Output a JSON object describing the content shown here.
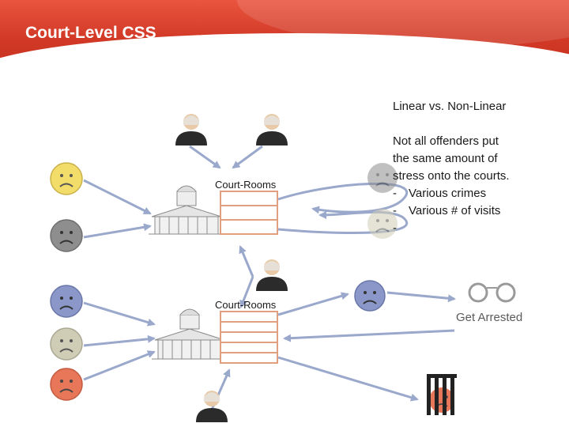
{
  "title": "Court-Level CSS",
  "heading": "Linear vs. Non-Linear",
  "notes": {
    "lines": [
      "Not all offenders put",
      "the same amount of",
      "stress onto the courts."
    ],
    "bullets": [
      "Various crimes",
      "Various # of visits",
      ""
    ]
  },
  "courtroom_top_label": "Court-Rooms",
  "courtroom_bottom_label": "Court-Rooms",
  "arrest_label": "Get Arrested",
  "colors": {
    "header": "#d23a27",
    "arrow": "#9aa8cc",
    "room_box": "#e0a080",
    "face_yellow": "#f2dc6a",
    "face_gray": "#8e8e8e",
    "face_blue": "#8a97c8",
    "face_beige": "#cfcdb6",
    "face_orange": "#e8775a",
    "jail": "#e8775a"
  }
}
